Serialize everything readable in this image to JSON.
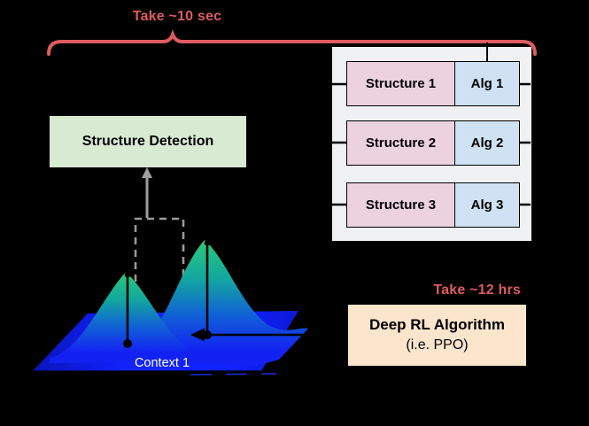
{
  "labels": {
    "top_duration": "Take ~10 sec",
    "bottom_duration": "Take ~12 hrs"
  },
  "structure_detection": {
    "label": "Structure Detection",
    "fill": "#d9ead3"
  },
  "pair_table": {
    "panel_fill": "#f0f1f2",
    "structure_fill": "#ecd2dd",
    "alg_fill": "#cfe2f3",
    "rows": [
      {
        "structure": "Structure 1",
        "alg": "Alg 1"
      },
      {
        "structure": "Structure 2",
        "alg": "Alg 2"
      },
      {
        "structure": "Structure 3",
        "alg": "Alg 3"
      }
    ]
  },
  "deep_rl": {
    "title": "Deep RL Algorithm",
    "subtitle": "(i.e. PPO)",
    "fill": "#fce5cd"
  },
  "surface_plot": {
    "context_label": "Context 1",
    "peak_count": 2,
    "colors": {
      "peak_top": "#2ec878",
      "peak_mid": "#12a89e",
      "peak_low": "#1161d6",
      "peak_base": "#1322f2",
      "plane_dark": "#0a14b8",
      "plane_bright": "#1122ff",
      "plane_right": "#0c18d8"
    }
  },
  "colors": {
    "accent": "#dd5c5f",
    "marker": "#000000",
    "gray_arrow": "#9e9e9e",
    "dashed_box": "#9a9a9a",
    "context_text": "#ffffff"
  }
}
